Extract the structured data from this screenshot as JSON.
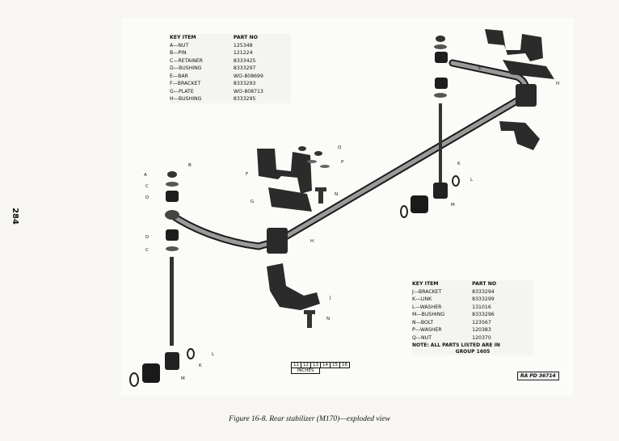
{
  "page_number": "284",
  "figure_caption": "Figure 16-8. Rear stabilizer (M170)—exploded view",
  "table_top": {
    "headers": [
      "KEY ITEM",
      "PART NO"
    ],
    "rows": [
      [
        "A—NUT",
        "125348"
      ],
      [
        "B—PIN",
        "121224"
      ],
      [
        "C—RETAINER",
        "8333425"
      ],
      [
        "D—BUSHING",
        "8333297"
      ],
      [
        "E—BAR",
        "WO-808699"
      ],
      [
        "F—BRACKET",
        "8333293"
      ],
      [
        "G—PLATE",
        "WO-808713"
      ],
      [
        "H—BUSHING",
        "8333295"
      ]
    ]
  },
  "table_bottom": {
    "headers": [
      "KEY ITEM",
      "PART NO"
    ],
    "rows": [
      [
        "J—BRACKET",
        "8333294"
      ],
      [
        "K—LINK",
        "8333299"
      ],
      [
        "L—WASHER",
        "131016"
      ],
      [
        "M—BUSHING",
        "8333296"
      ],
      [
        "N—BOLT",
        "123567"
      ],
      [
        "P—WASHER",
        "120383"
      ],
      [
        "Q—NUT",
        "120370"
      ]
    ],
    "note_line1": "NOTE: ALL PARTS LISTED ARE IN",
    "note_line2": "GROUP 1605"
  },
  "scale": {
    "ticks": [
      "11",
      "12",
      "13",
      "14",
      "15",
      "16"
    ],
    "unit": "INCHES"
  },
  "ra_stamp": "RA PD 36714",
  "callouts": {
    "A": "A",
    "B": "B",
    "C": "C",
    "D": "D",
    "E": "E",
    "F": "F",
    "G": "G",
    "H": "H",
    "J": "J",
    "K": "K",
    "L": "L",
    "M": "M",
    "N": "N",
    "P": "P",
    "Q": "Q"
  }
}
